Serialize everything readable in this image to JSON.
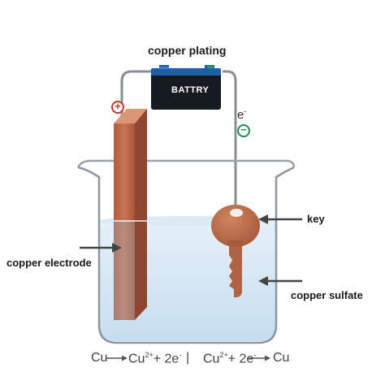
{
  "labels": {
    "title": "copper plating",
    "battery": "BATTRY",
    "key": "key",
    "electrode": "copper electrode",
    "solution": "copper sulfate",
    "electron": "e",
    "electron_sup": "-",
    "plus": "+",
    "minus": "−"
  },
  "equations": {
    "left_a": "Cu",
    "left_b": "Cu",
    "left_b_sup": "2+",
    "left_c": "+ 2e",
    "left_c_sup": "-",
    "divider": "|",
    "right_a": "Cu",
    "right_a_sup": "2+",
    "right_b": "+ 2e",
    "right_b_sup": "-",
    "right_c": "Cu"
  },
  "colors": {
    "copper": "#b9664a",
    "copper_light": "#d99778",
    "solution": "#cfe3f2",
    "battery": "#161a21",
    "battery_top": "#1e5fa8",
    "plus_sign": "#c0392b",
    "minus_sign": "#1e8f4e",
    "wire": "#8a8f95"
  }
}
